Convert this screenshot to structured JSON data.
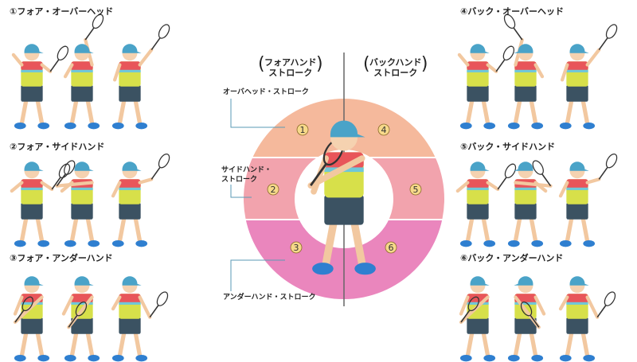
{
  "center": {
    "forehand_header": "フォアハンド\nストローク",
    "backhand_header": "バックハンド\nストローク",
    "overhead_label": "オーバヘッド・ストローク",
    "sidehand_label": "サイドハンド・\nストローク",
    "underhand_label": "アンダーハンド・ストローク",
    "zones": [
      "①",
      "②",
      "③",
      "④",
      "⑤",
      "⑥"
    ]
  },
  "panels": [
    {
      "title": "①フォア・オーバーヘッド"
    },
    {
      "title": "②フォア・サイドハンド"
    },
    {
      "title": "③フォア・アンダーハンド"
    },
    {
      "title": "④バック・オーバーヘッド"
    },
    {
      "title": "⑤バック・サイドハンド"
    },
    {
      "title": "⑥バック・アンダーハンド"
    }
  ],
  "colors": {
    "overhead_band": "#f5b99c",
    "sidehand_band": "#f2a3ad",
    "underhand_band": "#ea86bd",
    "cap": "#4aa3c8",
    "shirt_top": "#e8555a",
    "shirt_bottom": "#d7e04a",
    "shorts": "#3b5262",
    "shoes": "#2f7fd0",
    "number_circle": "#f7d98a"
  }
}
